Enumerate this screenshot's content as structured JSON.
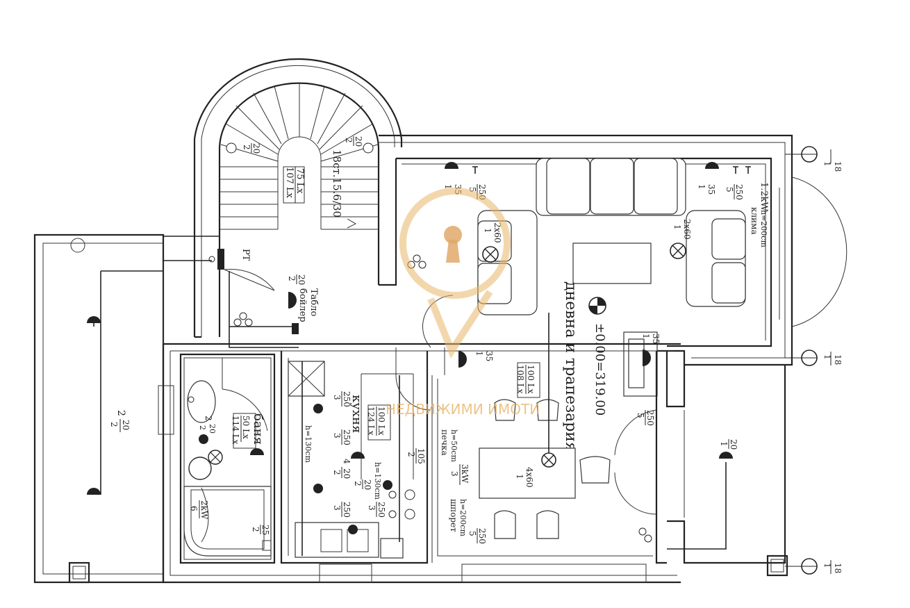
{
  "rooms": {
    "living": "дневна и трапезария",
    "kitchen": "кухня",
    "bath": "баня",
    "level": "±0.00=319.00"
  },
  "stairs": {
    "label": "18ст.15.6/30"
  },
  "lux": {
    "stair": [
      "75 Lx",
      "107 Lx"
    ],
    "bath": [
      "50 Lx",
      "114 Lx"
    ],
    "kitchen": [
      "100 Lx",
      "124 Lx"
    ],
    "living": [
      "100 Lx",
      "108 Lx"
    ]
  },
  "panels": {
    "rt": "РТ",
    "tablo": "Табло",
    "boiler": "бойлер"
  },
  "appliances": {
    "ac_power": "1.2kW",
    "ac_height": "h=200cm",
    "ac_name": "клима",
    "stove_power": "3kW",
    "stove_height": "h=50cm",
    "stove_name": "печка",
    "hood_height": "h=130cm",
    "oven_height": "h=130cm",
    "hob_height": "h=200cm",
    "hob_name": "шпорет",
    "heater_power": "2kW"
  },
  "circuits": {
    "c250_5": [
      "250",
      "5"
    ],
    "c250_3": [
      "250",
      "3"
    ],
    "c20_1": [
      "20",
      "1"
    ],
    "c20_2": [
      "20",
      "2"
    ],
    "c220_2": [
      "2",
      "20",
      "2"
    ],
    "c35_1": [
      "35",
      "1"
    ],
    "c25_2": [
      "25",
      "2"
    ],
    "c105_2": [
      "105",
      "2"
    ],
    "c2x60_1": [
      "2x60",
      "1"
    ],
    "c4x60_1": [
      "4x60",
      "1"
    ],
    "c4_20_2": [
      "4",
      "20",
      "2"
    ],
    "c18_1": [
      "18",
      "1"
    ],
    "heater_circuit": "6",
    "stove_circuit": "3"
  },
  "watermark": {
    "text": "НЕДВИЖИМИ ИМОТИ"
  },
  "colors": {
    "line": "#222222",
    "watermark": "#e8b060",
    "background": "#ffffff"
  }
}
